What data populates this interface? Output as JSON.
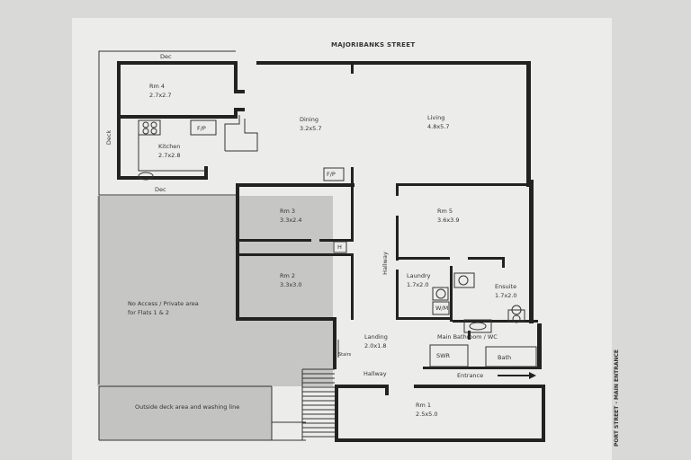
{
  "streets": {
    "top": "MAJORIBANKS STREET",
    "right": "PORT STREET - MAIN ENTRANCE"
  },
  "rooms": {
    "rm4": {
      "name": "Rm 4",
      "size": "2.7x2.7"
    },
    "dining": {
      "name": "Dining",
      "size": "3.2x5.7"
    },
    "living": {
      "name": "Living",
      "size": "4.8x5.7"
    },
    "kitchen": {
      "name": "Kitchen",
      "size": "2.7x2.8"
    },
    "rm3": {
      "name": "Rm 3",
      "size": "3.3x2.4"
    },
    "rm5": {
      "name": "Rm 5",
      "size": "3.6x3.9"
    },
    "rm2": {
      "name": "Rm 2",
      "size": "3.3x3.0"
    },
    "laundry": {
      "name": "Laundry",
      "size": "1.7x2.0"
    },
    "ensuite": {
      "name": "Ensuite",
      "size": "1.7x2.0"
    },
    "landing": {
      "name": "Landing",
      "size": "2.0x1.8"
    },
    "main_bathroom": {
      "name": "Main Bathroom / WC"
    },
    "rm1": {
      "name": "Rm 1",
      "size": "2.5x5.0"
    }
  },
  "labels": {
    "deck_top": "Dec",
    "deck_bottom": "Dec",
    "deck_side": "Deck",
    "fp1": "F/P",
    "fp2": "F/P",
    "h": "H",
    "hallway_vertical": "Hallway",
    "hallway_horizontal": "Hallway",
    "entrance": "Entrance",
    "shower": "SWR",
    "bath": "Bath",
    "wm": "W/M",
    "stairs": "Stairs",
    "no_access": "No Access / Private area for Flats 1 & 2",
    "outside_deck": "Outside deck area and washing line"
  }
}
